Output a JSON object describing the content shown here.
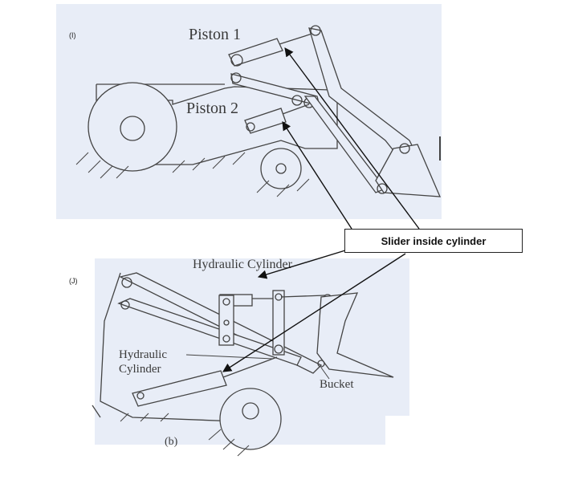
{
  "figure_I": {
    "tag": "(I)",
    "label_piston1": "Piston 1",
    "label_piston2": "Piston 2"
  },
  "figure_J": {
    "tag": "(J)",
    "label_hydraulic_cylinder_top": "Hydraulic Cylinder",
    "label_hydraulic_cylinder_left_line1": "Hydraulic",
    "label_hydraulic_cylinder_left_line2": "Cylinder",
    "label_bucket": "Bucket",
    "label_sub": "(b)"
  },
  "callout": {
    "text": "Slider inside cylinder"
  },
  "colors": {
    "scan_background": "#e8edf7",
    "ink": "#444444",
    "arrow": "#111111"
  }
}
